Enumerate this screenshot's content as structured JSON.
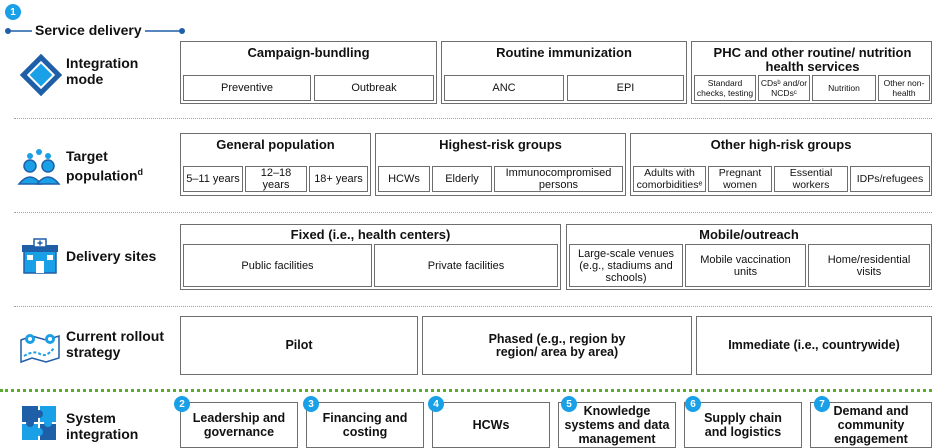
{
  "service_delivery": {
    "number": "1",
    "label": "Service delivery"
  },
  "integration_mode": {
    "title": "Integration mode",
    "groups": [
      {
        "header": "Campaign-bundling",
        "items": [
          "Preventive",
          "Outbreak"
        ]
      },
      {
        "header": "Routine immunization",
        "items": [
          "ANC",
          "EPI"
        ]
      },
      {
        "header": "PHC and other routine/ nutrition health services",
        "items": [
          "Standard checks, testing",
          "CDsᵇ and/or NCDsᶜ",
          "Nutrition",
          "Other non-health"
        ]
      }
    ]
  },
  "target_population": {
    "title": "Target population",
    "title_sup": "d",
    "groups": [
      {
        "header": "General population",
        "items": [
          "5–11 years",
          "12–18 years",
          "18+ years"
        ]
      },
      {
        "header": "Highest-risk groups",
        "items": [
          "HCWs",
          "Elderly",
          "Immunocompromised persons"
        ]
      },
      {
        "header": "Other high-risk groups",
        "items": [
          "Adults with comorbiditiesᵉ",
          "Pregnant women",
          "Essential workers",
          "IDPs/refugees"
        ]
      }
    ]
  },
  "delivery_sites": {
    "title": "Delivery sites",
    "groups": [
      {
        "header": "Fixed (i.e., health centers)",
        "items": [
          "Public facilities",
          "Private facilities"
        ]
      },
      {
        "header": "Mobile/outreach",
        "items": [
          "Large-scale venues (e.g., stadiums and schools)",
          "Mobile vaccination units",
          "Home/residential visits"
        ]
      }
    ]
  },
  "rollout": {
    "title": "Current rollout strategy",
    "items": [
      "Pilot",
      "Phased (e.g., region by region/ area by area)",
      "Immediate (i.e., countrywide)"
    ]
  },
  "system_integration": {
    "title": "System integration",
    "items": [
      {
        "number": "2",
        "label": "Leadership and governance"
      },
      {
        "number": "3",
        "label": "Financing and costing"
      },
      {
        "number": "4",
        "label": "HCWs"
      },
      {
        "number": "5",
        "label": "Knowledge systems and data management"
      },
      {
        "number": "6",
        "label": "Supply chain and logistics"
      },
      {
        "number": "7",
        "label": "Demand and community engagement"
      }
    ]
  },
  "colors": {
    "accent_blue": "#1aa0e6",
    "dark_blue": "#1f5fa8",
    "green_dots": "#5aab2e",
    "border": "#6e6e6e"
  }
}
